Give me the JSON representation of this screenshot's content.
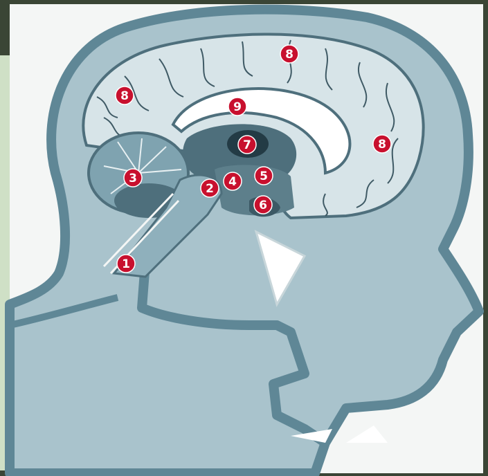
{
  "markers": [
    {
      "id": "brainstem",
      "label": "1"
    },
    {
      "id": "midbrain",
      "label": "2"
    },
    {
      "id": "cerebellum",
      "label": "3"
    },
    {
      "id": "thalamus",
      "label": "4"
    },
    {
      "id": "hypothalamus",
      "label": "5"
    },
    {
      "id": "pituitary",
      "label": "6"
    },
    {
      "id": "ventricle",
      "label": "7"
    },
    {
      "id": "cerebrum-top",
      "label": "8"
    },
    {
      "id": "cerebrum-back",
      "label": "8"
    },
    {
      "id": "cerebrum-front",
      "label": "8"
    },
    {
      "id": "corpus-callosum",
      "label": "9"
    }
  ],
  "colors": {
    "marker_fill": "#c8102e",
    "outline": "#5f8796",
    "head_fill": "#a9c3cc",
    "brain_fill": "#d7e4e8",
    "deep_fill": "#4e6f7c"
  }
}
